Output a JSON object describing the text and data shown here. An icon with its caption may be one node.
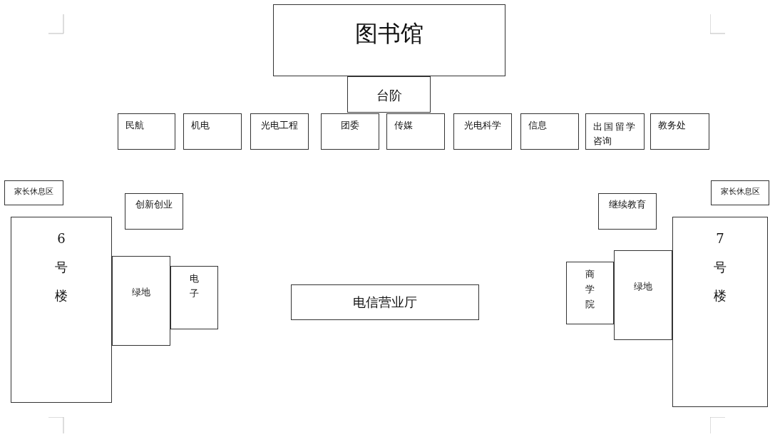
{
  "diagram": {
    "nodes": [
      {
        "text": [
          "图书馆"
        ]
      },
      {
        "text": [
          "台阶"
        ]
      },
      {
        "text": [
          "民航"
        ]
      },
      {
        "text": [
          "机电"
        ]
      },
      {
        "text": [
          "光电工程"
        ]
      },
      {
        "text": [
          "团委"
        ]
      },
      {
        "text": [
          "传媒"
        ]
      },
      {
        "text": [
          "光电科学"
        ]
      },
      {
        "text": [
          "信息"
        ]
      },
      {
        "text": [
          "出国留学咨询"
        ]
      },
      {
        "text": [
          "教务处"
        ]
      },
      {
        "text": [
          "家长休息区"
        ]
      },
      {
        "text": [
          "家长休息区"
        ]
      },
      {
        "text": [
          "创新创业"
        ]
      },
      {
        "text": [
          "继续教育"
        ]
      },
      {
        "text": [
          "6号楼"
        ]
      },
      {
        "text": [
          "7号楼"
        ]
      },
      {
        "text": [
          "绿地"
        ]
      },
      {
        "text": [
          "电子"
        ]
      },
      {
        "text": [
          "电信营业厅"
        ]
      },
      {
        "text": [
          "商学院"
        ]
      },
      {
        "text": [
          "绿地"
        ]
      }
    ]
  }
}
